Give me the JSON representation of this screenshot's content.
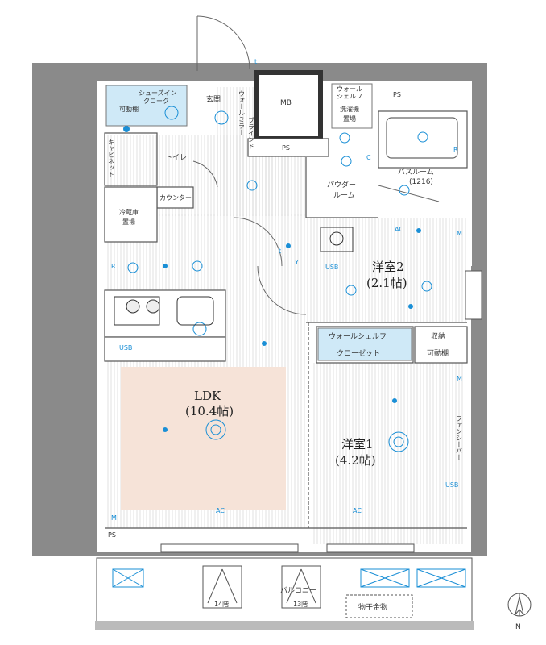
{
  "rooms": {
    "ldk": {
      "name": "LDK",
      "size": "(10.4帖)"
    },
    "bedroom1": {
      "name": "洋室1",
      "size": "(4.2帖)"
    },
    "bedroom2": {
      "name": "洋室2",
      "size": "(2.1帖)"
    },
    "bathroom": {
      "name": "バスルーム",
      "size": "(1216)"
    },
    "powder": {
      "line1": "パウダー",
      "line2": "ルーム"
    },
    "entrance": "玄関",
    "toilet": "トイレ",
    "counter": "カウンター",
    "fridge": {
      "line1": "冷蔵庫",
      "line2": "置場"
    },
    "shoes": {
      "line1": "シューズイン",
      "line2": "クローク",
      "shelf": "可動棚"
    },
    "walk_shelf": "ウォールシェルフ",
    "closet": "クローゼット",
    "storage": {
      "line1": "収納",
      "line2": "可動棚"
    },
    "washer": {
      "line1": "洗濯機",
      "line2": "置場"
    },
    "washer_shelf": {
      "line1": "ウォール",
      "line2": "シェルフ"
    },
    "wall_mirror": "ウォールミラー",
    "blind": "ブラインド",
    "fan_shelf": "ファンシーバー",
    "cabinet": "キャビネット",
    "balcony": "バルコニー",
    "drying": "物干金物",
    "floor14": "14階",
    "floor13": "13階",
    "mb": "MB",
    "ps": "PS",
    "north": "N"
  },
  "symbols": {
    "usb": "USB",
    "ac": "AC",
    "m": "M",
    "r": "R",
    "c": "C",
    "t": "t",
    "y": "Y"
  },
  "colors": {
    "wall": "#777777",
    "ldk_highlight": "#f6e3d8",
    "shelf_blue": "#cfe9f7",
    "equipment": "#1a8fd6"
  }
}
